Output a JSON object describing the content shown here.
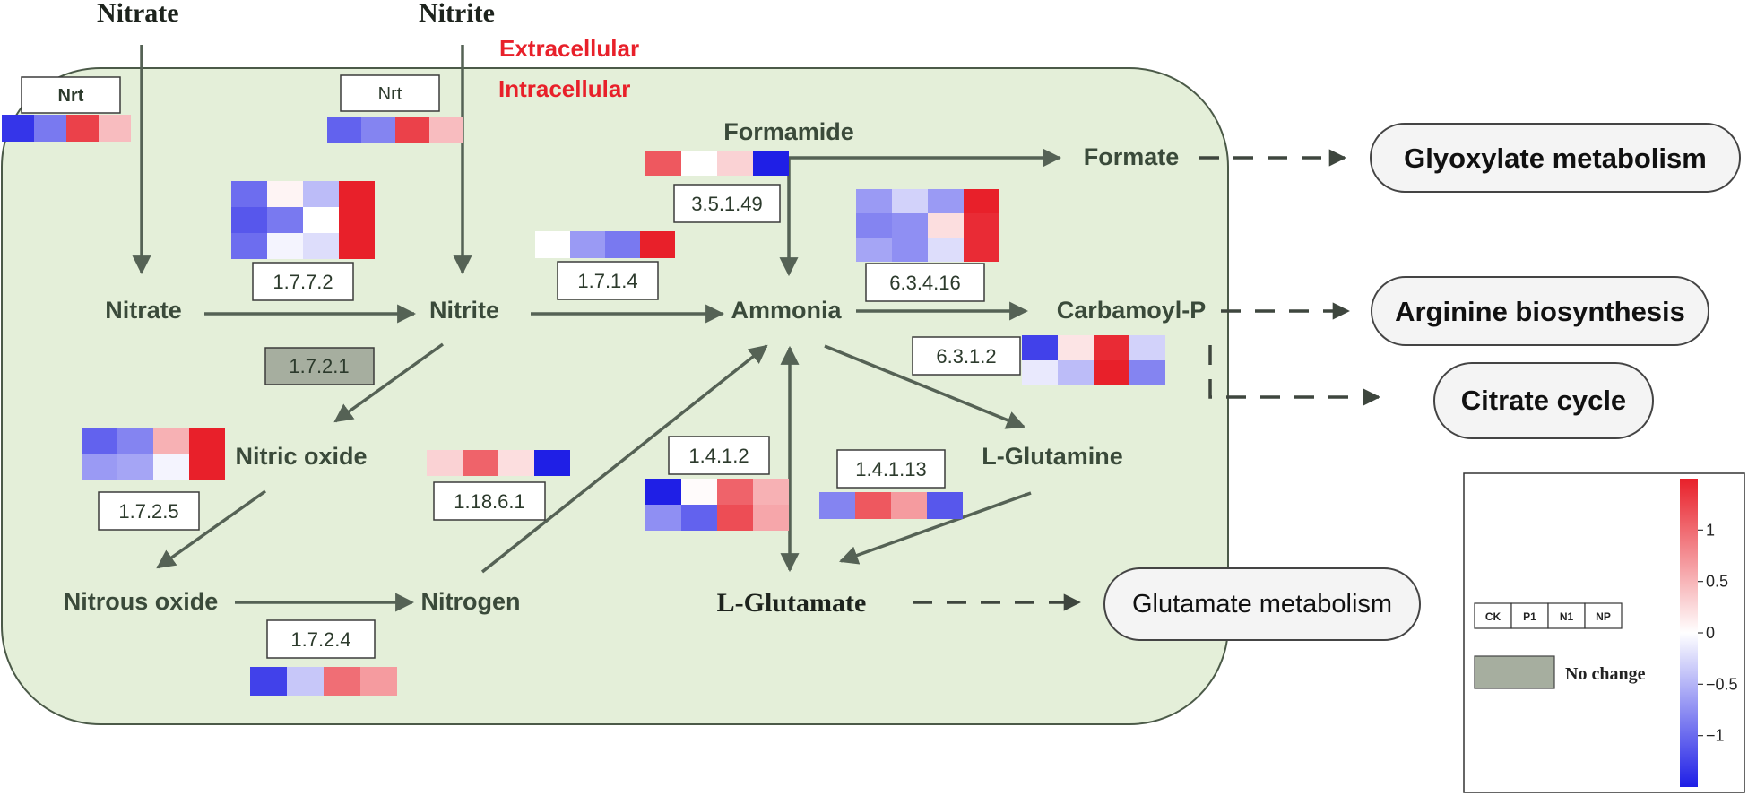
{
  "regions": {
    "extracellular": "Extracellular",
    "intracellular": "Intracellular"
  },
  "metabolites": {
    "nitrate_ext": "Nitrate",
    "nitrite_ext": "Nitrite",
    "nitrate": "Nitrate",
    "nitrite": "Nitrite",
    "ammonia": "Ammonia",
    "formamide": "Formamide",
    "formate": "Formate",
    "carbamoyl_p": "Carbamoyl-P",
    "nitric_oxide": "Nitric oxide",
    "nitrous_oxide": "Nitrous oxide",
    "nitrogen": "Nitrogen",
    "l_glutamine": "L-Glutamine",
    "l_glutamate": "L-Glutamate"
  },
  "pathways": {
    "glyoxylate": "Glyoxylate metabolism",
    "arginine": "Arginine biosynthesis",
    "citrate": "Citrate cycle",
    "glutamate": "Glutamate metabolism"
  },
  "enzymes": {
    "nrt_left": "Nrt",
    "nrt_right": "Nrt",
    "e1772": "1.7.7.2",
    "e1721": "1.7.2.1",
    "e1714": "1.7.1.4",
    "e35149": "3.5.1.49",
    "e63416": "6.3.4.16",
    "e6312": "6.3.1.2",
    "e1725": "1.7.2.5",
    "e18861": "1.18.6.1",
    "e1412": "1.4.1.2",
    "e14113": "1.4.1.13",
    "e1724": "1.7.2.4"
  },
  "heatmaps": {
    "nrt_left": [
      [
        -0.9,
        -0.6,
        0.85,
        0.3
      ]
    ],
    "nrt_right": [
      [
        -0.7,
        -0.55,
        0.85,
        0.3
      ]
    ],
    "e1772": [
      [
        -0.65,
        0.05,
        -0.3,
        1.0
      ],
      [
        -0.75,
        -0.6,
        0.0,
        1.0
      ],
      [
        -0.65,
        -0.05,
        -0.15,
        1.0
      ]
    ],
    "e1714": [
      [
        0.0,
        -0.45,
        -0.6,
        1.0
      ]
    ],
    "e35149": [
      [
        0.75,
        0.0,
        0.2,
        -1.0
      ]
    ],
    "e63416": [
      [
        -0.45,
        -0.2,
        -0.45,
        1.0
      ],
      [
        -0.55,
        -0.5,
        0.15,
        0.95
      ],
      [
        -0.4,
        -0.5,
        -0.15,
        0.95
      ]
    ],
    "e6312": [
      [
        -0.85,
        0.12,
        0.95,
        -0.2
      ],
      [
        -0.1,
        -0.3,
        1.0,
        -0.55
      ]
    ],
    "e1725": [
      [
        -0.7,
        -0.55,
        0.35,
        1.0
      ],
      [
        -0.45,
        -0.4,
        -0.05,
        1.0
      ]
    ],
    "e18861": [
      [
        0.2,
        0.7,
        0.15,
        -1.0
      ]
    ],
    "e1412": [
      [
        -1.0,
        0.02,
        0.7,
        0.35
      ],
      [
        -0.5,
        -0.7,
        0.8,
        0.4
      ]
    ],
    "e14113": [
      [
        -0.55,
        0.75,
        0.45,
        -0.75
      ]
    ],
    "e1724": [
      [
        -0.85,
        -0.25,
        0.65,
        0.45
      ]
    ]
  },
  "legend": {
    "samples": [
      "CK",
      "P1",
      "N1",
      "NP"
    ],
    "no_change": "No change",
    "scale_ticks": [
      "1",
      "0.5",
      "0",
      "−0.5",
      "−1"
    ],
    "scale_values": [
      1,
      0.5,
      0,
      -0.5,
      -1
    ],
    "scale_max": 1.5,
    "scale_min": -1.5
  },
  "colors": {
    "cell": "#e4efd9",
    "cell_border": "#4b5a48",
    "arrow": "#556255",
    "red_high": "#e8202a",
    "white_mid": "#ffffff",
    "blue_low": "#1f1fe6",
    "no_change": "#a6ae9f"
  }
}
